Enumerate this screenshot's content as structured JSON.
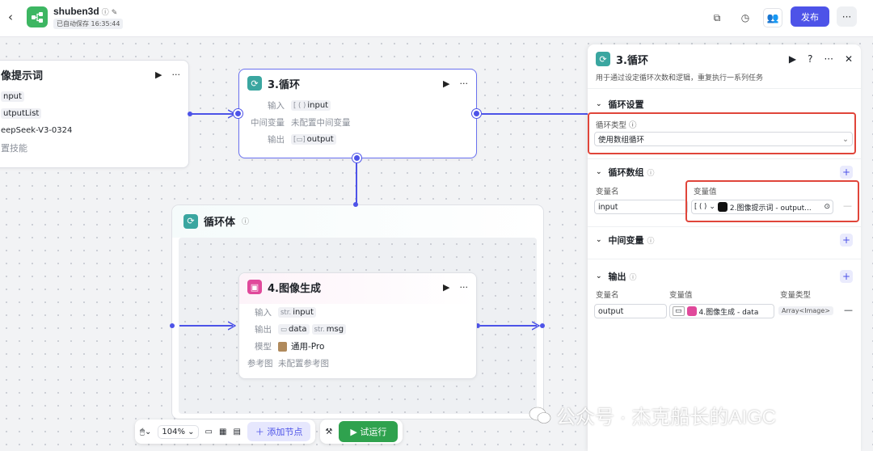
{
  "app": {
    "name": "shuben3d",
    "saved": "已自动保存 16:35:44",
    "publish": "发布",
    "more": "···"
  },
  "node_prev": {
    "title": "像提示词",
    "rows": [
      "nput",
      "utputList",
      "eepSeek-V3-0324",
      "置技能"
    ]
  },
  "node_loop": {
    "title": "3.循环",
    "input_label": "输入",
    "input_value": "input",
    "input_type": "[ ( )",
    "midvar_label": "中间变量",
    "midvar_value": "未配置中间变量",
    "output_label": "输出",
    "output_value": "output",
    "output_type": "[▭]"
  },
  "loop_body": {
    "title": "循环体"
  },
  "node_img": {
    "title": "4.图像生成",
    "input_label": "输入",
    "input_type": "str.",
    "input_value": "input",
    "output_label": "输出",
    "output_data": "data",
    "output_msg_type": "str.",
    "output_msg": "msg",
    "model_label": "模型",
    "model_value": "通用-Pro",
    "ref_label": "参考图",
    "ref_value": "未配置参考图"
  },
  "toolbar": {
    "zoom": "104%",
    "add_node": "添加节点",
    "run": "试运行"
  },
  "panel": {
    "title": "3.循环",
    "desc": "用于通过设定循环次数和逻辑，重复执行一系列任务",
    "sec_settings": "循环设置",
    "loop_type_label": "循环类型",
    "loop_type_value": "使用数组循环",
    "sec_array": "循环数组",
    "col_var_name": "变量名",
    "col_var_value": "变量值",
    "array_var_name": "input",
    "array_var_type": "[ ( )",
    "array_var_value": "2.图像提示词 - output...",
    "sec_midvar": "中间变量",
    "sec_output": "输出",
    "col_out_name": "变量名",
    "col_out_value": "变量值",
    "col_out_type": "变量类型",
    "out_var_name": "output",
    "out_var_value": "4.图像生成 - data",
    "out_var_type": "Array<Image>"
  },
  "watermark": "公众号 · 杰克船长的AIGC",
  "colors": {
    "accent": "#4d53e8",
    "loop_icon": "#3aa6a0",
    "img_icon": "#e0499b",
    "highlight": "#e0453a",
    "run": "#2fa24e"
  }
}
